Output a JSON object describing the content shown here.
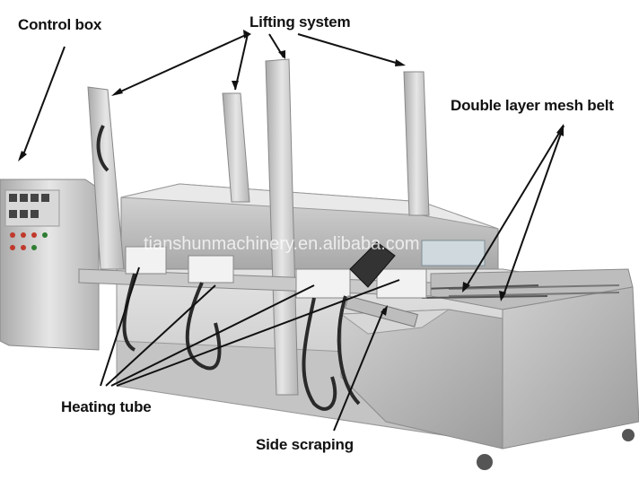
{
  "labels": {
    "control_box": "Control box",
    "lifting_system": "Lifting system",
    "double_layer_mesh_belt": "Double layer mesh belt",
    "heating_tube": "Heating tube",
    "side_scraping": "Side scraping"
  },
  "watermark": "tianshunmachinery.en.alibaba.com",
  "colors": {
    "steel_light": "#dcdcdc",
    "steel_mid": "#b8b8b8",
    "steel_dark": "#8e8e8e",
    "hose": "#2a2a2a",
    "arrow": "#111111"
  }
}
